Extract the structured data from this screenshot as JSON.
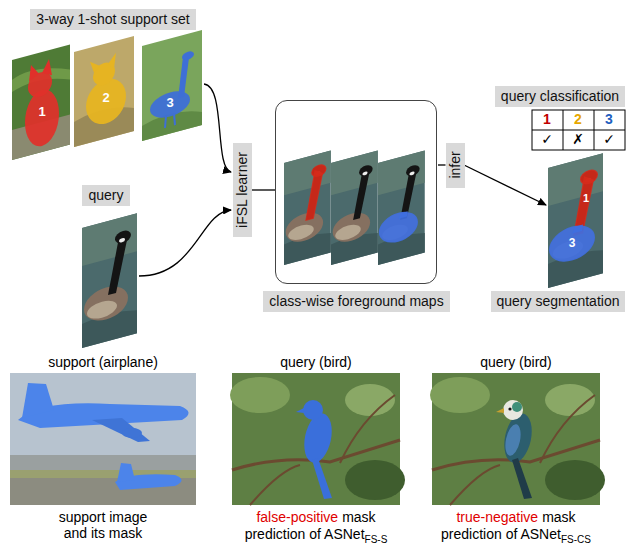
{
  "diagram": {
    "nodes": [
      {
        "text": [
          "3-way 1-shot support set"
        ]
      },
      {
        "text": [
          "query"
        ]
      },
      {
        "text": [
          "iFSL learner"
        ]
      },
      {
        "text": [
          "class-wise foreground maps"
        ]
      },
      {
        "text": [
          "infer"
        ]
      },
      {
        "text": [
          "query classification"
        ]
      },
      {
        "text": [
          "query segmentation"
        ]
      }
    ],
    "edges": [
      {
        "from": 2,
        "to": 3,
        "arrow": "none"
      },
      {
        "from": 3,
        "to": 4,
        "arrow": "none"
      }
    ],
    "labels": [
      "1",
      "2",
      "3",
      "1",
      "2",
      "3",
      "✓",
      "✗",
      "✓",
      "1",
      "3",
      "support (airplane)",
      "query (bird)",
      "query (bird)",
      "support image and its mask",
      "false-positive",
      "mask",
      "prediction of ASNet",
      "FS-S",
      "true-negative",
      "mask",
      "prediction of ASNet",
      "FS-CS"
    ]
  }
}
